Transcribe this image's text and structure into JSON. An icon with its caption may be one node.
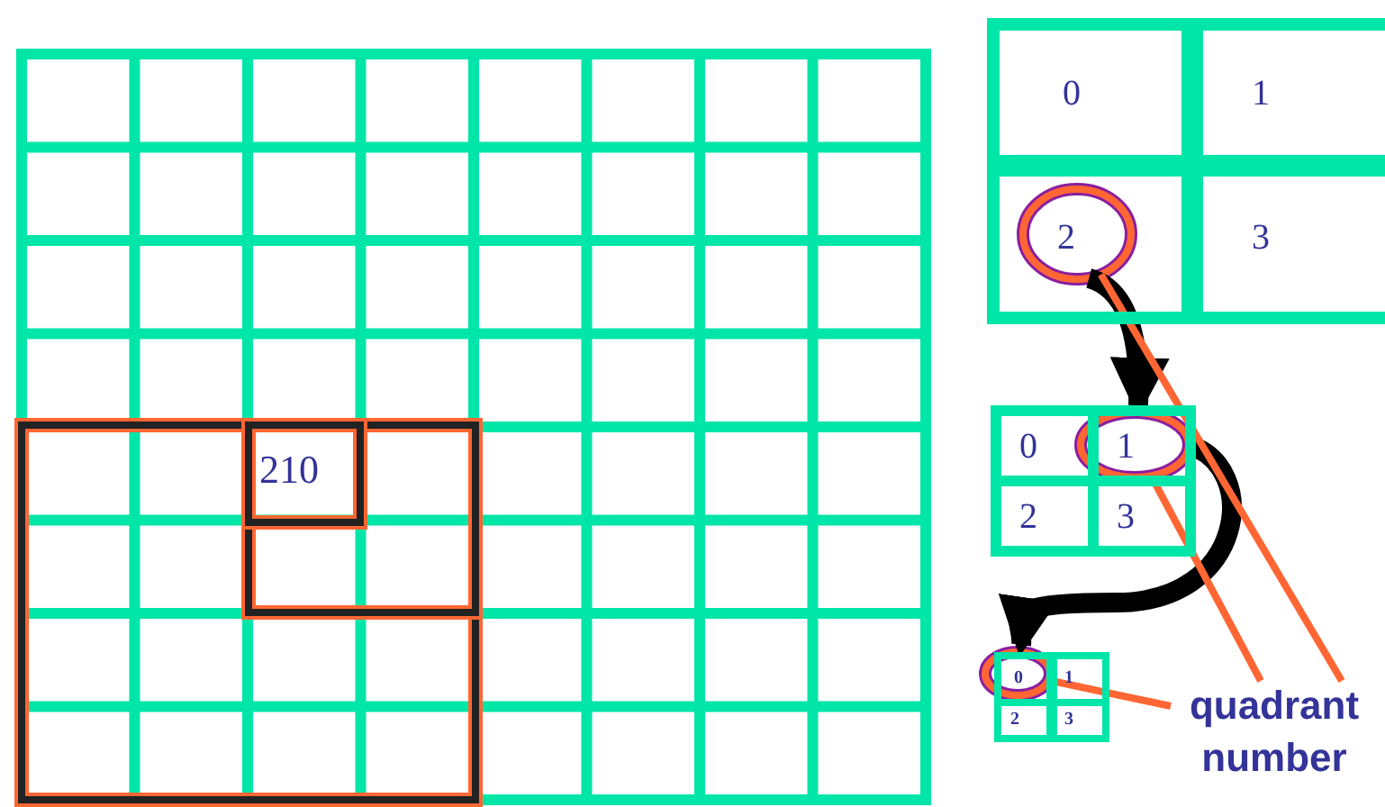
{
  "diagram": {
    "nodes": [
      {
        "text": [
          "0"
        ]
      },
      {
        "text": [
          "1"
        ]
      },
      {
        "text": [
          "2"
        ]
      },
      {
        "text": [
          "3"
        ]
      },
      {
        "text": [
          "0"
        ]
      },
      {
        "text": [
          "1"
        ]
      },
      {
        "text": [
          "2"
        ]
      },
      {
        "text": [
          "3"
        ]
      },
      {
        "text": [
          "0"
        ]
      },
      {
        "text": [
          "1"
        ]
      },
      {
        "text": [
          "2"
        ]
      },
      {
        "text": [
          "3"
        ]
      },
      {
        "text": [
          "quadrant number"
        ]
      },
      {
        "text": [
          "210"
        ]
      }
    ],
    "edges": [
      {
        "from": 2,
        "to": 5,
        "arrow": "to",
        "style": "thick",
        "color": "#000000"
      },
      {
        "from": 5,
        "to": 8,
        "arrow": "to",
        "style": "thick",
        "color": "#000000"
      },
      {
        "from": 12,
        "to": 2,
        "arrow": "none"
      },
      {
        "from": 12,
        "to": 5,
        "arrow": "none"
      },
      {
        "from": 12,
        "to": 8,
        "arrow": "none"
      }
    ]
  }
}
